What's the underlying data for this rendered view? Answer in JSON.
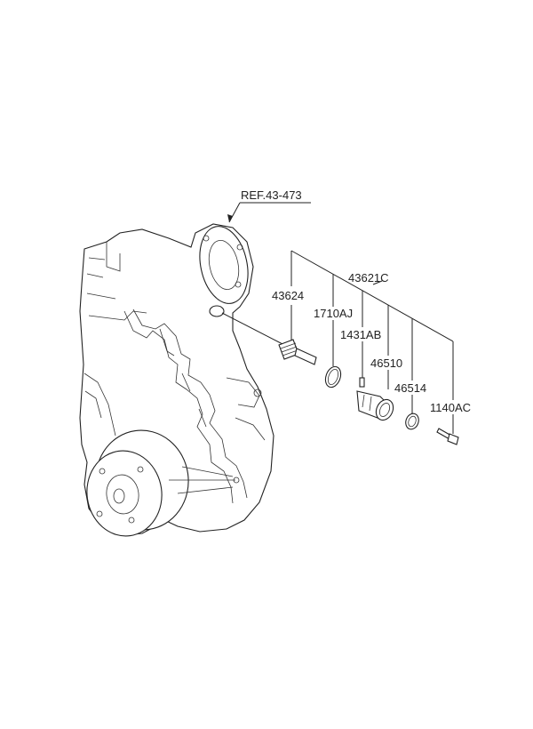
{
  "diagram": {
    "reference_label": "REF.43-473",
    "part_labels": {
      "p43624": "43624",
      "p43621C": "43621C",
      "p1710AJ": "1710AJ",
      "p1431AB": "1431AB",
      "p46510": "46510",
      "p46514": "46514",
      "p1140AC": "1140AC"
    },
    "parts": [
      {
        "number": "43624",
        "item": "speedometer driven gear"
      },
      {
        "number": "43621C",
        "item": "speedometer assembly (group)"
      },
      {
        "number": "1710AJ",
        "item": "o-ring"
      },
      {
        "number": "1431AB",
        "item": "pin"
      },
      {
        "number": "46510",
        "item": "sleeve"
      },
      {
        "number": "46514",
        "item": "o-ring"
      },
      {
        "number": "1140AC",
        "item": "bolt"
      }
    ]
  }
}
